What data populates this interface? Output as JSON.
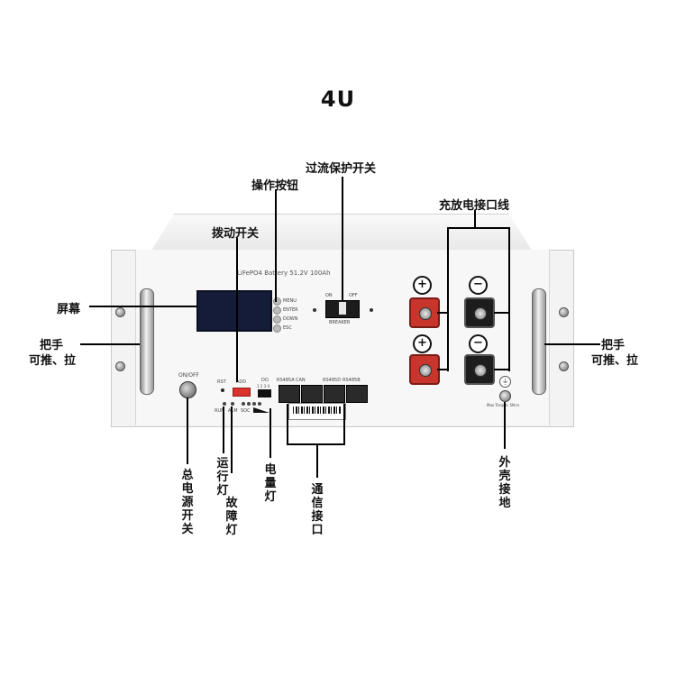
{
  "title": "4U",
  "device": {
    "model_text": "LiFePO4 Battery 51.2V 100Ah",
    "lcd_buttons": [
      "MENU",
      "ENTER",
      "DOWN",
      "ESC"
    ],
    "breaker": {
      "on": "ON",
      "off": "OFF",
      "label": "BREAKER"
    },
    "on_off": "ON/OFF",
    "rst": "RST",
    "add": "ADD",
    "do": "DO",
    "do_numbers": "1 2 3 4",
    "run": "RUN",
    "alm": "ALM",
    "soc": "SOC",
    "ports": [
      "RS485A",
      "CAN",
      "RS485D",
      "RS485B"
    ],
    "ground_text": "Max Torque: 5N·m",
    "terminal_plus": "+",
    "terminal_minus": "−"
  },
  "annotations": {
    "overcurrent": "过流保护开关",
    "buttons": "操作按钮",
    "dip_switch": "拨动开关",
    "screen": "屏幕",
    "handle_left_1": "把手",
    "handle_left_2": "可推、拉",
    "handle_right_1": "把手",
    "handle_right_2": "可推、拉",
    "charge_port": "充放电接口线",
    "main_switch": "总电源开关",
    "run_light": "运行灯",
    "fault_light": "故障灯",
    "power_light": "电量灯",
    "comm_port": "通信接口",
    "shell_ground": "外壳接地"
  }
}
